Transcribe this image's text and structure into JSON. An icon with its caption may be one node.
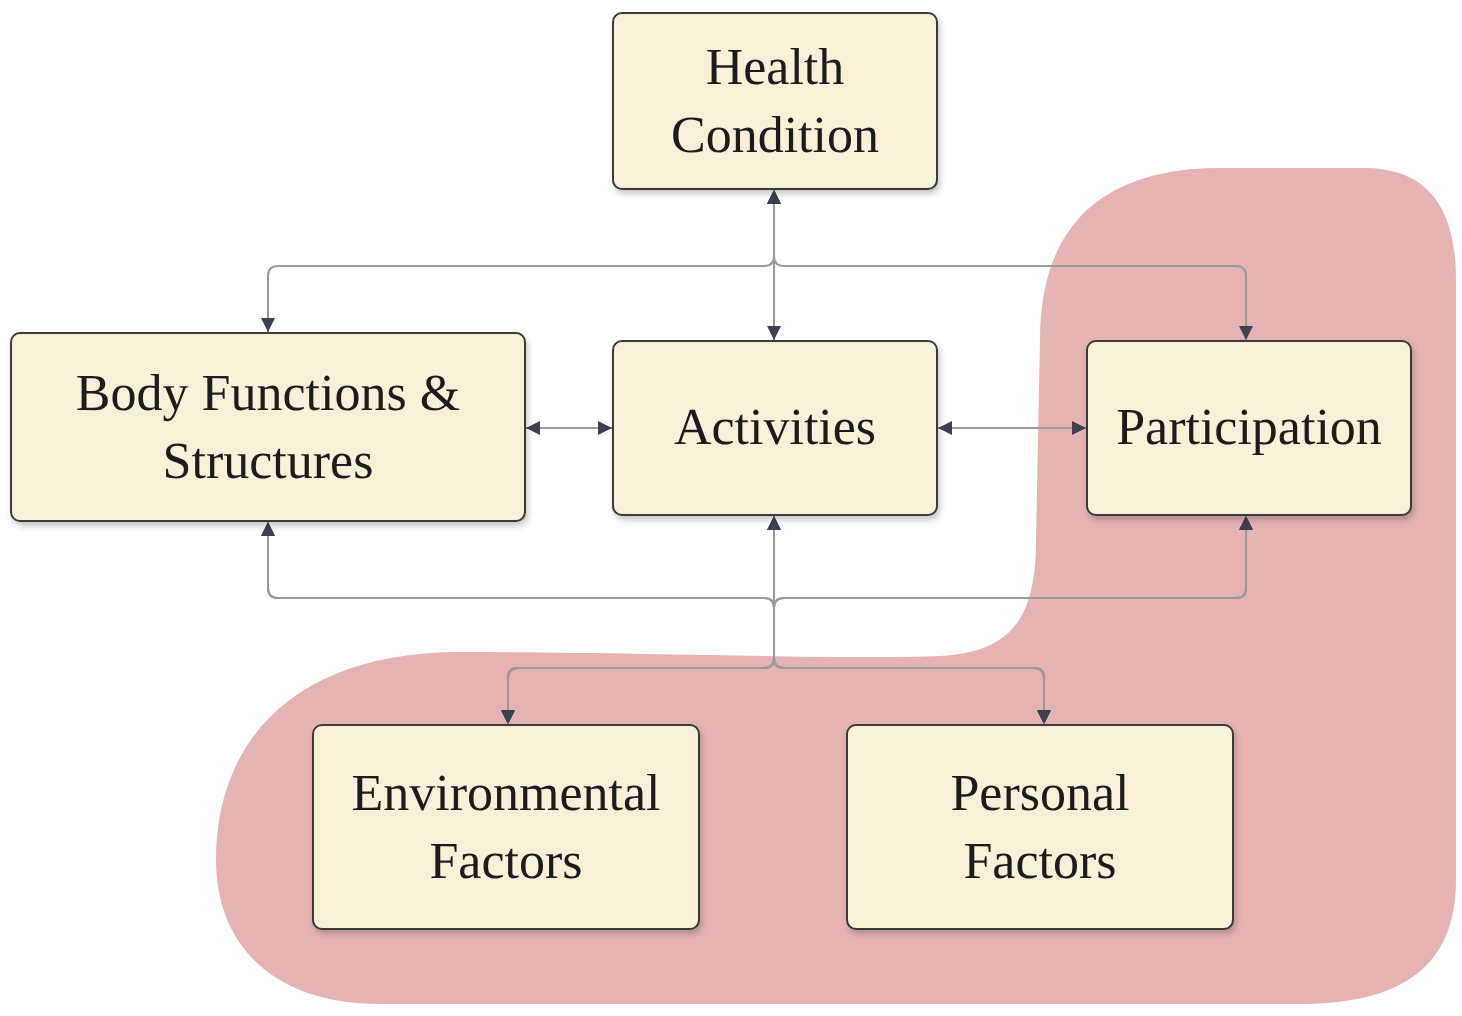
{
  "diagram": {
    "nodes": [
      {
        "text": [
          "Health Condition"
        ]
      },
      {
        "text": [
          "Body Functions & Structures"
        ]
      },
      {
        "text": [
          "Activities"
        ]
      },
      {
        "text": [],
        "shape": "blob"
      },
      {
        "text": [
          "Participation"
        ],
        "in": 3
      },
      {
        "text": [
          "Environmental Factors"
        ],
        "in": 3
      },
      {
        "text": [
          "Personal Factors"
        ],
        "in": 3
      }
    ],
    "edges": [
      {
        "from": 0,
        "to": 1,
        "arrow": "both"
      },
      {
        "from": 0,
        "to": 2,
        "arrow": "both"
      },
      {
        "from": 0,
        "to": 4,
        "arrow": "both"
      },
      {
        "from": 1,
        "to": 2,
        "arrow": "both"
      },
      {
        "from": 2,
        "to": 4,
        "arrow": "both"
      },
      {
        "from": 5,
        "to": 1,
        "arrow": "both"
      },
      {
        "from": 5,
        "to": 2,
        "arrow": "both"
      },
      {
        "from": 5,
        "to": 4,
        "arrow": "both"
      },
      {
        "from": 6,
        "to": 1,
        "arrow": "both"
      },
      {
        "from": 6,
        "to": 2,
        "arrow": "both"
      },
      {
        "from": 6,
        "to": 4,
        "arrow": "both"
      }
    ]
  }
}
